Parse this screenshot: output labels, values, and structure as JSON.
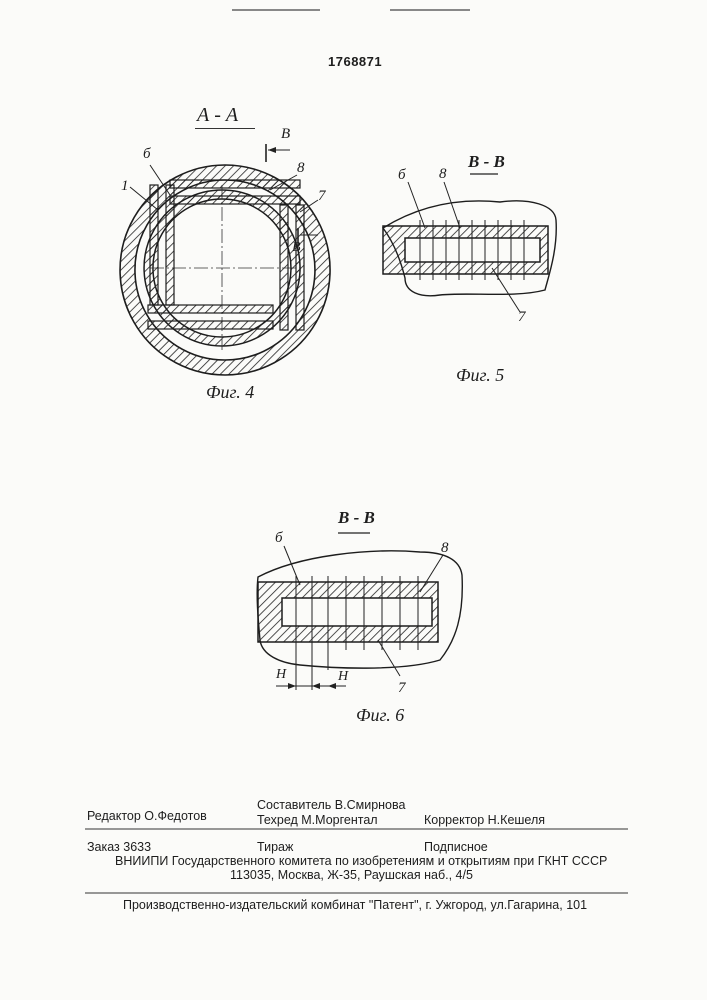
{
  "patent_number": "1768871",
  "figures": {
    "fig4": {
      "section_title": "А - А",
      "caption": "Фиг. 4",
      "section_arrow_label": "В",
      "labels": {
        "l1": "1",
        "l6": "б",
        "l8": "8",
        "l7": "7"
      }
    },
    "fig5": {
      "section_title": "В - В",
      "caption": "Фиг. 5",
      "labels": {
        "l6": "б",
        "l8": "8",
        "l7": "7"
      }
    },
    "fig6": {
      "section_title": "В - В",
      "caption": "Фиг. 6",
      "labels": {
        "l6": "б",
        "l8": "8",
        "l7": "7",
        "h1": "H",
        "h2": "H"
      }
    }
  },
  "footer": {
    "editor": "Редактор  О.Федотов",
    "compiler": "Составитель В.Смирнова",
    "techred": "Техред М.Моргентал",
    "corrector": "Корректор  Н.Кешеля",
    "order": "Заказ  3633",
    "print_run": "Тираж",
    "subscription": "Подписное",
    "institute": "ВНИИПИ Государственного комитета по изобретениям и открытиям при ГКНТ СССР",
    "address": "113035, Москва, Ж-35, Раушская наб., 4/5",
    "publisher": "Производственно-издательский комбинат \"Патент\", г. Ужгород, ул.Гагарина, 101"
  }
}
